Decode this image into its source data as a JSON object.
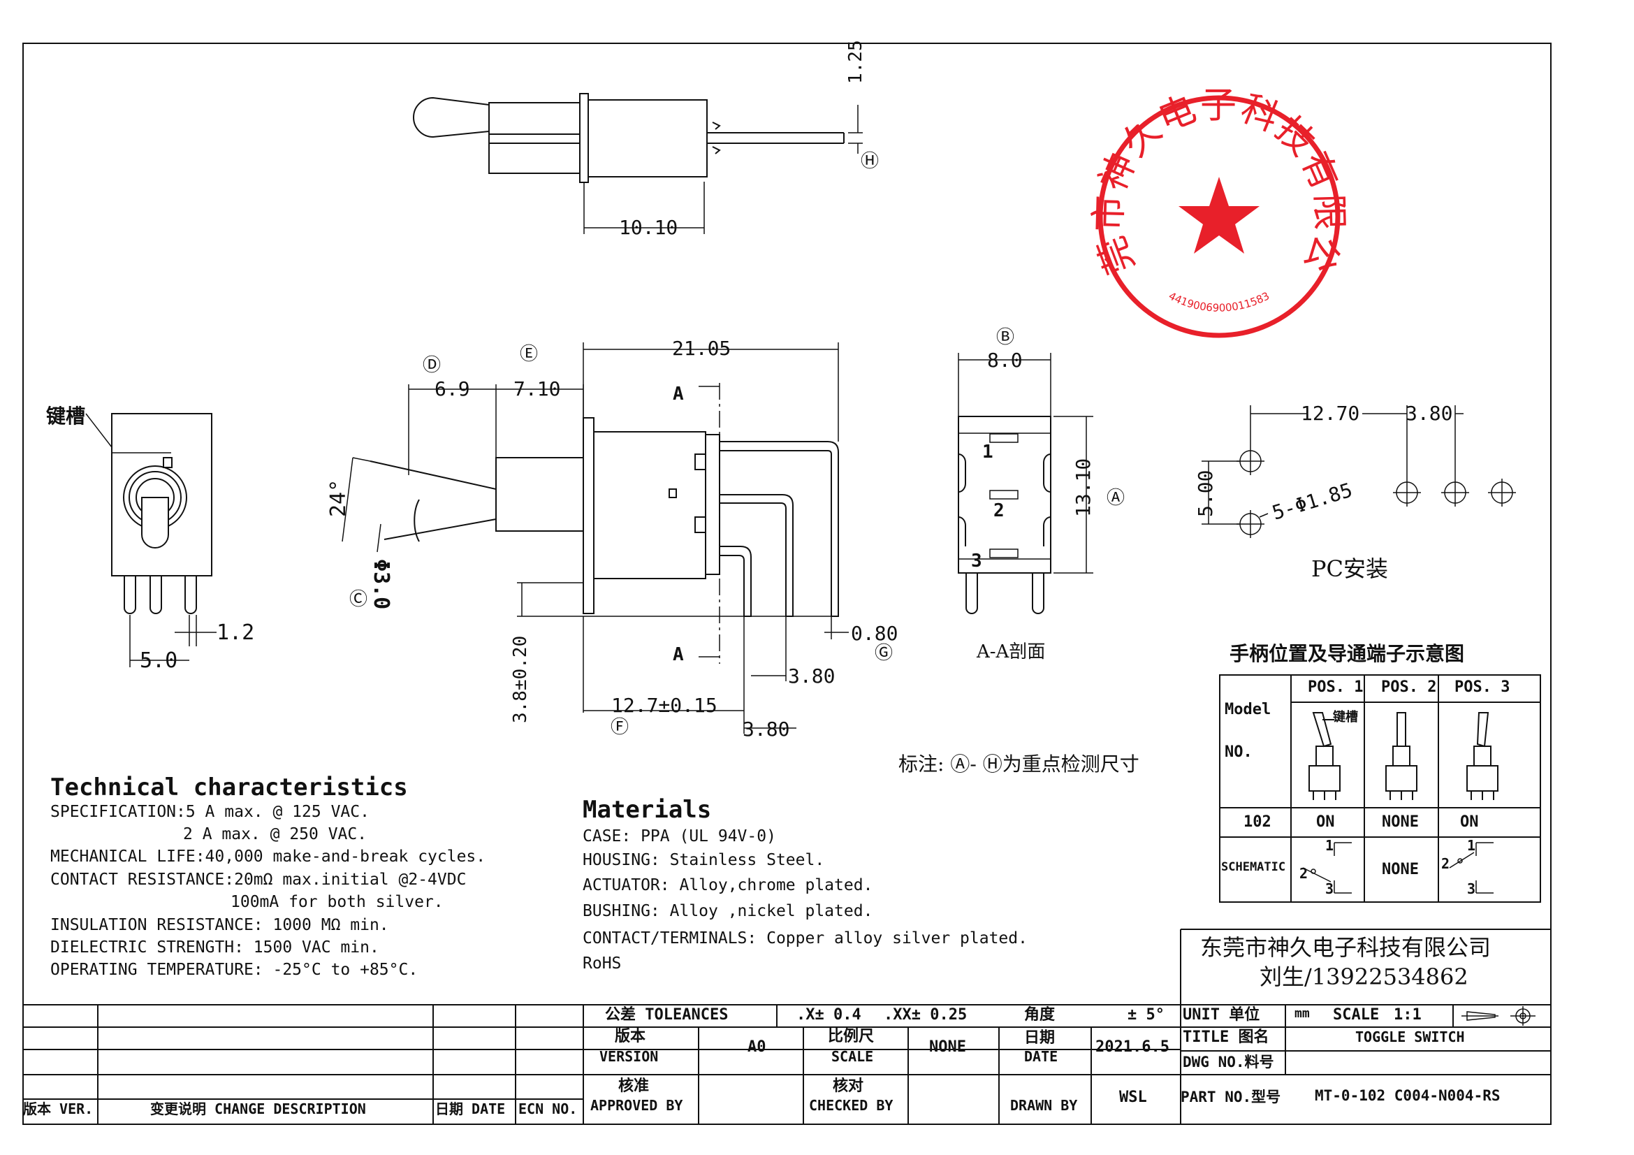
{
  "dims": {
    "top_1_25": "1.25",
    "top_h": "Ⓗ",
    "top_10_10": "10.10",
    "d_label": "Ⓓ",
    "e_label": "Ⓔ",
    "d_6_9": "6.9",
    "e_7_10": "7.10",
    "w_21_05": "21.05",
    "sec_a_top": "A",
    "sec_a_bot": "A",
    "angle_24": "24°",
    "phi_3": "Φ3.0",
    "c_label": "Ⓒ",
    "h_3_8": "3.8±0.20",
    "w_12_7": "12.7±0.15",
    "f_label": "Ⓕ",
    "w_3_80a": "3.80",
    "w_3_80b": "3.80",
    "w_0_80": "0.80",
    "g_label": "Ⓖ",
    "b_label": "Ⓑ",
    "w_8_0": "8.0",
    "h_13_10": "13.10",
    "a_label": "Ⓐ",
    "pin1": "1",
    "pin2": "2",
    "pin3": "3",
    "section_caption": "A-A剖面",
    "keyslot": "键槽",
    "w_1_2": "1.2",
    "w_5_0": "5.0",
    "pc_12_70": "12.70",
    "pc_3_80": "3.80",
    "pc_5_00": "5.00",
    "pc_holes": "5-Φ1.85",
    "pc_caption": "PC安装",
    "note": "标注: Ⓐ- Ⓗ为重点检测尺寸"
  },
  "stamp": {
    "text": "东莞市神久电子科技有限公司",
    "number": "4419006900011583",
    "color": "#e8202a"
  },
  "pos_table": {
    "title": "手柄位置及导通端子示意图",
    "model_label": "Model",
    "no_label": "NO.",
    "headers": [
      "POS. 1",
      "POS. 2",
      "POS. 3"
    ],
    "keyslot": "键槽",
    "row_model": "102",
    "row_values": [
      "ON",
      "NONE",
      "ON"
    ],
    "schematic_label": "SCHEMATIC",
    "schematic_mid": "NONE",
    "pin1": "1",
    "pin2": "2",
    "pin3": "3"
  },
  "tech": {
    "heading": "Technical characteristics",
    "lines": [
      "SPECIFICATION:5 A max. @ 125 VAC.",
      "2 A max. @ 250 VAC.",
      "MECHANICAL LIFE:40,000 make-and-break cycles.",
      "CONTACT RESISTANCE:20mΩ max.initial @2-4VDC",
      "100mA for both silver.",
      "INSULATION RESISTANCE: 1000 MΩ min.",
      "DIELECTRIC STRENGTH: 1500 VAC min.",
      "OPERATING TEMPERATURE: -25°C to +85°C."
    ]
  },
  "materials": {
    "heading": "Materials",
    "lines": [
      "CASE: PPA (UL 94V-0)",
      "HOUSING: Stainless Steel.",
      "ACTUATOR: Alloy,chrome plated.",
      "BUSHING: Alloy ,nickel plated.",
      "CONTACT/TERMINALS: Copper alloy silver plated.",
      "RoHS"
    ]
  },
  "company": {
    "name": "东莞市神久电子科技有限公司",
    "contact": "刘生/13922534862"
  },
  "title_block": {
    "tol_label": "公差 TOLEANCES",
    "tol_x": ".X± 0.4",
    "tol_xx": ".XX± 0.25",
    "angle_label": "角度",
    "angle_val": "± 5°",
    "unit_label": "UNIT 单位",
    "unit_val": "mm",
    "scale_label": "SCALE",
    "scale_val": "1:1",
    "version_cn": "版本",
    "version_en": "VERSION",
    "version_val": "A0",
    "ratio_cn": "比例尺",
    "ratio_en": "SCALE",
    "ratio_val": "NONE",
    "date_cn": "日期",
    "date_en": "DATE",
    "date_val": "2021.6.5",
    "title_label": "TITLE 图名",
    "title_val": "TOGGLE SWITCH",
    "dwg_label": "DWG NO.料号",
    "approve_cn": "核准",
    "approve_en": "APPROVED BY",
    "check_cn": "核对",
    "check_en": "CHECKED BY",
    "drawn_label": "DRAWN BY",
    "drawn_val": "WSL",
    "part_label": "PART NO.型号",
    "part_val": "MT-0-102 C004-N004-RS",
    "rev_ver": "版本 VER.",
    "rev_desc": "变更说明 CHANGE DESCRIPTION",
    "rev_date": "日期 DATE",
    "rev_ecn": "ECN NO."
  }
}
